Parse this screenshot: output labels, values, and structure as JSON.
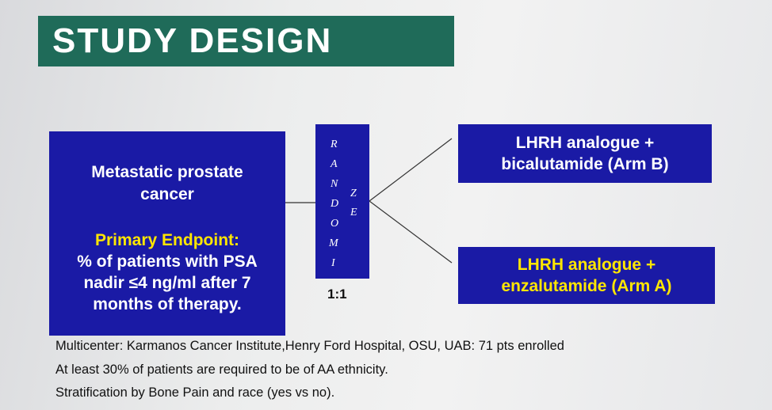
{
  "title": "STUDY DESIGN",
  "population_box": {
    "condition_line1": "Metastatic prostate",
    "condition_line2": "cancer",
    "endpoint_title": "Primary Endpoint:",
    "endpoint_lines": [
      "% of patients with PSA",
      "nadir ≤4 ng/ml after 7",
      "months of therapy."
    ]
  },
  "randomize": {
    "letters": [
      "R",
      "A",
      "N",
      "D",
      "O",
      "M",
      "I",
      "Z",
      "E"
    ],
    "ratio": "1:1"
  },
  "arms": {
    "arm_b": {
      "line1": "LHRH analogue +",
      "line2": "bicalutamide (Arm B)"
    },
    "arm_a": {
      "line1": "LHRH analogue +",
      "line2": "enzalutamide (Arm A)"
    }
  },
  "footer": [
    "Multicenter: Karmanos Cancer Institute,Henry Ford Hospital, OSU, UAB: 71 pts enrolled",
    "At least 30% of patients are required to be of AA ethnicity.",
    "Stratification by Bone Pain and race (yes vs no)."
  ],
  "colors": {
    "title_bg": "#1f6b59",
    "box_bg": "#1a1aa5",
    "highlight_text": "#ffe600"
  }
}
